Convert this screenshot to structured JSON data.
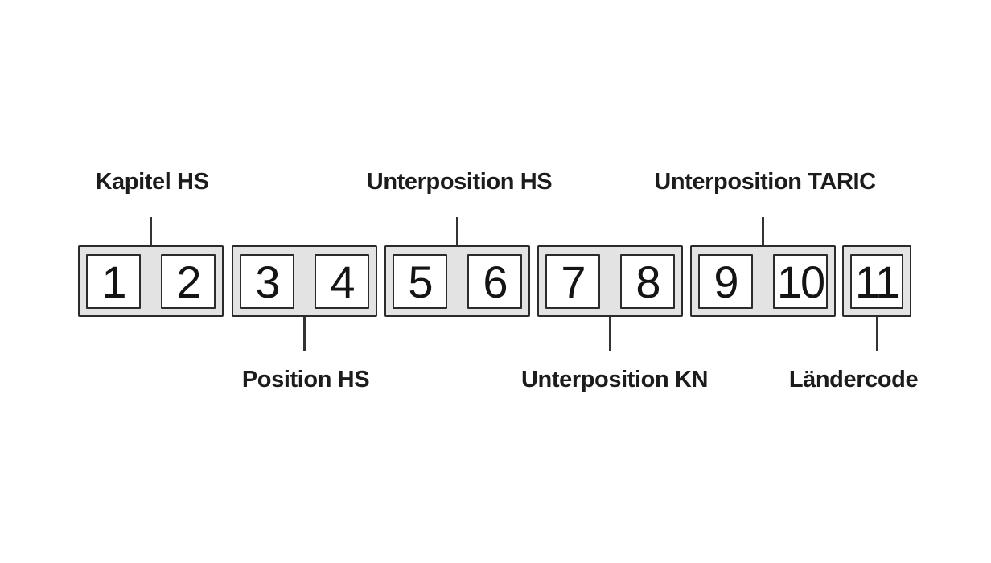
{
  "figure": {
    "background": "#ffffff",
    "group_fill": "#e3e3e3",
    "border_color": "#2b2b2b",
    "connector_color": "#333333",
    "text_color": "#1c1c1c"
  },
  "groups": [
    {
      "label": "Kapitel HS",
      "label_position": "top",
      "digits": [
        "1",
        "2"
      ]
    },
    {
      "label": "Position HS",
      "label_position": "bottom",
      "digits": [
        "3",
        "4"
      ]
    },
    {
      "label": "Unterposition HS",
      "label_position": "top",
      "digits": [
        "5",
        "6"
      ]
    },
    {
      "label": "Unterposition KN",
      "label_position": "bottom",
      "digits": [
        "7",
        "8"
      ]
    },
    {
      "label": "Unterposition TARIC",
      "label_position": "top",
      "digits": [
        "9",
        "10"
      ]
    },
    {
      "label": "Ländercode",
      "label_position": "bottom",
      "digits": [
        "11"
      ]
    }
  ]
}
